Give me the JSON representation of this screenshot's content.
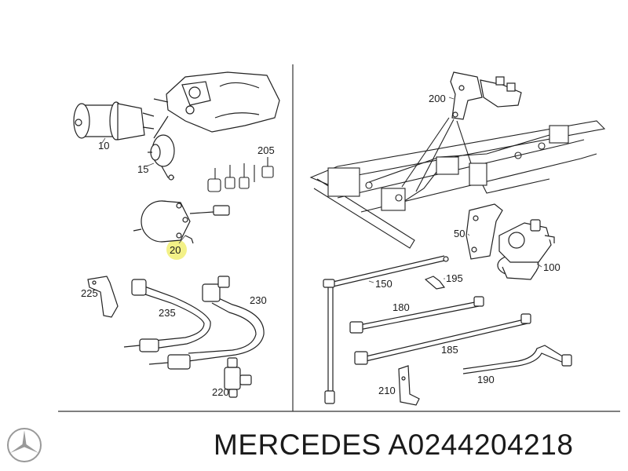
{
  "parts": {
    "p10": "10",
    "p15": "15",
    "p20": "20",
    "p205": "205",
    "p225": "225",
    "p235": "235",
    "p230": "230",
    "p220": "220",
    "p200": "200",
    "p50": "50",
    "p100": "100",
    "p150": "150",
    "p195": "195",
    "p180": "180",
    "p185": "185",
    "p210": "210",
    "p190": "190"
  },
  "caption": {
    "brand": "MERCEDES",
    "part_number": "A0244204218"
  },
  "colors": {
    "highlight": "#f2f07a",
    "line": "#1a1a1a"
  },
  "logo": "mercedes-star-icon"
}
